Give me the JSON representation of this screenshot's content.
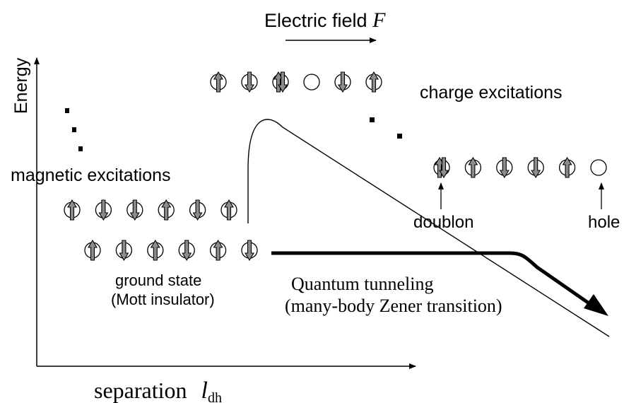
{
  "title": {
    "text": "Electric field ",
    "symbol": "F"
  },
  "axes": {
    "y_label": "Energy",
    "x_label": "separation",
    "x_symbol": "l",
    "x_subscript": "dh"
  },
  "labels": {
    "magnetic": "magnetic excitations",
    "charge": "charge excitations",
    "ground_line1": "ground state",
    "ground_line2": "(Mott insulator)",
    "doublon": "doublon",
    "hole": "hole",
    "tunneling_line1": "Quantum tunneling",
    "tunneling_line2": "(many-body Zener transition)"
  },
  "sites": {
    "top_row": [
      "up",
      "down",
      "doublon",
      "hole",
      "down",
      "up"
    ],
    "magnetic_row": [
      "up",
      "down",
      "down",
      "up",
      "down",
      "up"
    ],
    "ground_row": [
      "up",
      "down",
      "up",
      "down",
      "up",
      "down"
    ],
    "charge_row": [
      "doublon",
      "up",
      "down",
      "down",
      "up",
      "hole"
    ]
  },
  "colors": {
    "arrow_fill": "#8c8c8c",
    "line": "#000000"
  }
}
